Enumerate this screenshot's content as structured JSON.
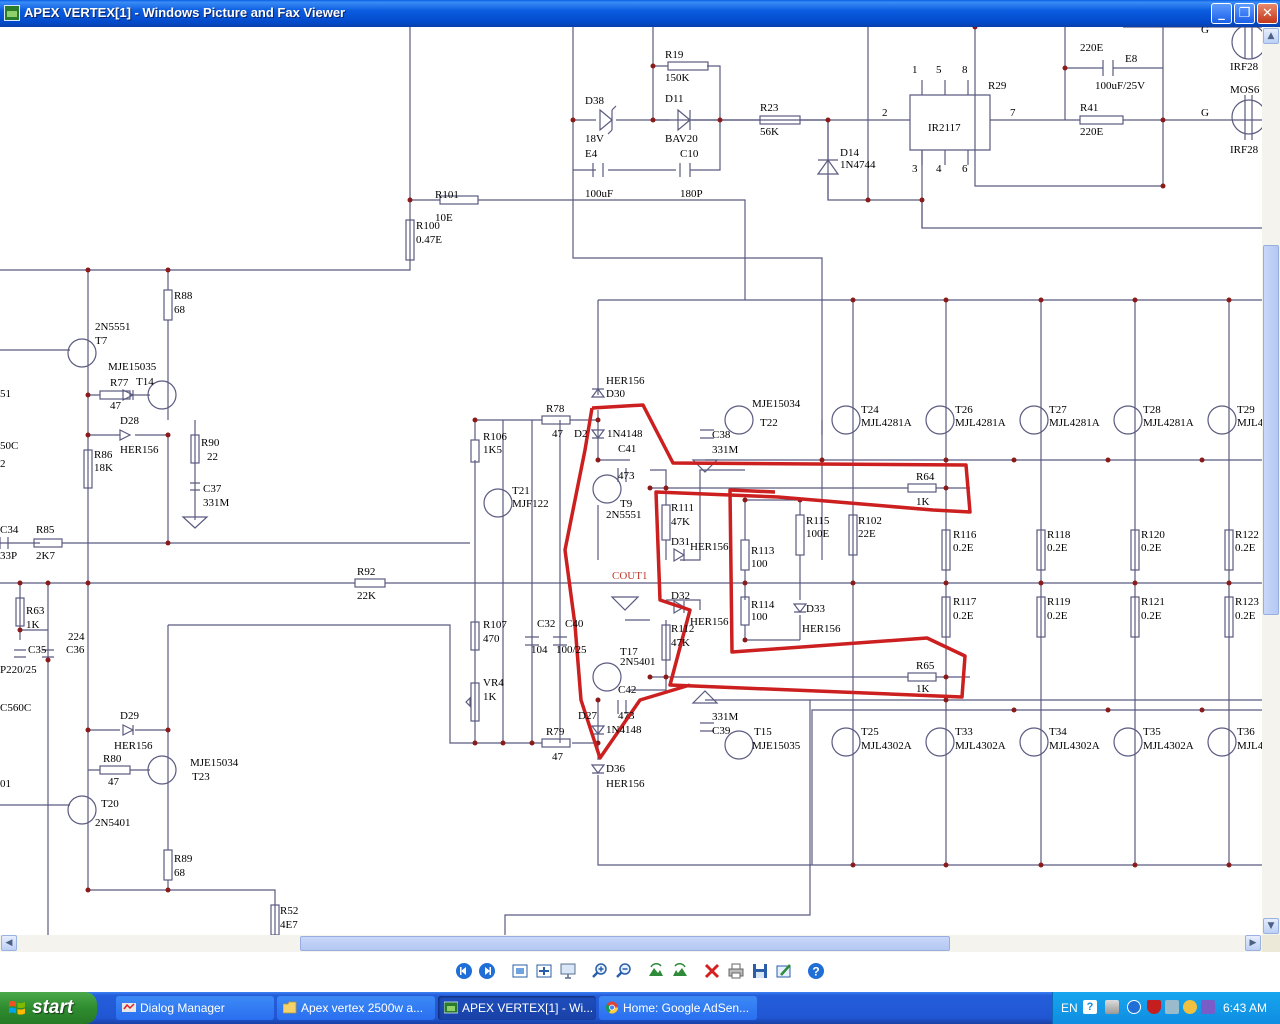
{
  "window": {
    "title": "APEX VERTEX[1] - Windows Picture and Fax Viewer",
    "minimize": "_",
    "maximize": "❐",
    "close": "✕"
  },
  "schematic": {
    "labels": [
      "R19",
      "150K",
      "D38",
      "18V",
      "D11",
      "BAV20",
      "E4",
      "C10",
      "100uF",
      "180P",
      "R23",
      "56K",
      "D14",
      "1N4744",
      "2",
      "IR2117",
      "R29",
      "7",
      "1",
      "5",
      "8",
      "3",
      "4",
      "6",
      "220E",
      "E8",
      "100uF/25V",
      "R41",
      "220E",
      "G",
      "G",
      "IRF28",
      "MOS6",
      "IRF28",
      "R101",
      "10E",
      "R100",
      "0.47E",
      "R88",
      "68",
      "2N5551",
      "T7",
      "MJE15035",
      "T14",
      "R77",
      "47",
      "D28",
      "HER156",
      "R90",
      "22",
      "R86",
      "18K",
      "C37",
      "331M",
      "51",
      "50C",
      "2",
      "C34",
      "R85",
      "2K7",
      "33P",
      "R63",
      "1K",
      "224",
      "C35",
      "C36",
      "P220/25",
      "C560C",
      "01",
      "D29",
      "HER156",
      "MJE15034",
      "T23",
      "R80",
      "47",
      "T20",
      "2N5401",
      "R89",
      "68",
      "R52",
      "4E7",
      "HER156",
      "D30",
      "R78",
      "47",
      "D2",
      "1N4148",
      "C41",
      "473",
      "T9",
      "2N5551",
      "R106",
      "1K5",
      "T21",
      "MJF122",
      "R111",
      "47K",
      "D31",
      "HER156",
      "COUT1",
      "D32",
      "HER156",
      "R112",
      "47K",
      "T17",
      "2N5401",
      "C42",
      "473",
      "D27",
      "1N4148",
      "R107",
      "470",
      "VR4",
      "1K",
      "C32",
      "C40",
      "104",
      "100/25",
      "R92",
      "22K",
      "R79",
      "47",
      "D36",
      "HER156",
      "MJE15034",
      "T22",
      "C38",
      "331M",
      "MJE15035",
      "T15",
      "331M",
      "C39",
      "R113",
      "100",
      "R114",
      "100",
      "R115",
      "100E",
      "D33",
      "HER156",
      "R102",
      "22E",
      "R64",
      "1K",
      "R65",
      "1K",
      "T24",
      "MJL4281A",
      "T26",
      "MJL4281A",
      "T27",
      "MJL4281A",
      "T28",
      "MJL4281A",
      "T29",
      "MJL4",
      "R116",
      "0.2E",
      "R117",
      "0.2E",
      "R118",
      "0.2E",
      "R119",
      "0.2E",
      "R120",
      "0.2E",
      "R121",
      "0.2E",
      "R122",
      "0.2E",
      "R123",
      "0.2E",
      "T25",
      "MJL4302A",
      "T33",
      "MJL4302A",
      "T34",
      "MJL4302A",
      "T35",
      "MJL4302A",
      "T36",
      "MJL4"
    ]
  },
  "toolbar": {
    "icons": [
      "previous-image-icon",
      "next-image-icon",
      "best-fit-icon",
      "actual-size-icon",
      "slideshow-icon",
      "zoom-in-icon",
      "zoom-out-icon",
      "rotate-clockwise-icon",
      "rotate-counterclockwise-icon",
      "delete-icon",
      "print-icon",
      "save-icon",
      "open-editor-icon",
      "help-icon"
    ]
  },
  "taskbar": {
    "start": "start",
    "tasks": [
      {
        "label": "Dialog Manager",
        "icon": "dialog-manager-icon"
      },
      {
        "label": "Apex vertex 2500w a...",
        "icon": "folder-icon"
      },
      {
        "label": "APEX VERTEX[1] - Wi...",
        "icon": "picture-viewer-icon"
      },
      {
        "label": "Home: Google AdSen...",
        "icon": "chrome-icon"
      }
    ],
    "tray": {
      "language": "EN",
      "clock": "6:43 AM"
    }
  },
  "colors": {
    "title_bar": "#0b5ce0",
    "wire": "#5a5a80",
    "junction": "#8b1a1a",
    "highlight": "#cc1f1f",
    "taskbar": "#245edb",
    "start_button": "#3c9a3c",
    "tray": "#0f8de1"
  }
}
